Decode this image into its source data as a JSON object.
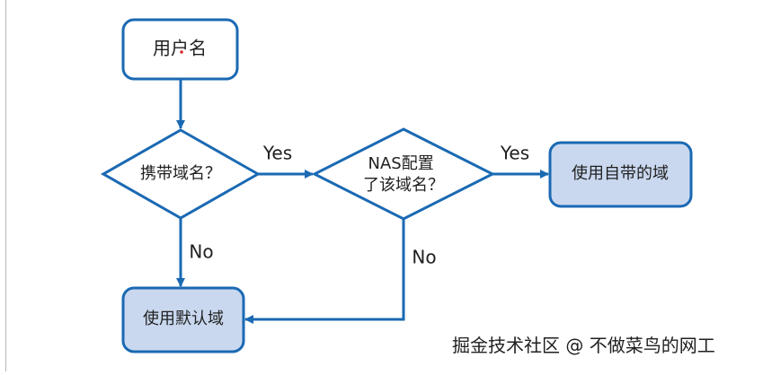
{
  "diagram": {
    "nodes": {
      "username": "用户名",
      "carry_domain": "携带域名？",
      "nas_configured": [
        "NAS配置",
        "了该域名？"
      ],
      "use_own_domain": "使用自带的域",
      "use_default_domain": "使用默认域"
    },
    "edges": {
      "carry_yes": "Yes",
      "carry_no": "No",
      "nas_yes": "Yes",
      "nas_no": "No"
    },
    "colors": {
      "stroke": "#1a69b3",
      "terminal_fill": "#c9d8ef",
      "node_fill": "#ffffff",
      "text": "#1f1f1f"
    }
  },
  "watermark": "掘金技术社区 @ 不做菜鸟的网工"
}
